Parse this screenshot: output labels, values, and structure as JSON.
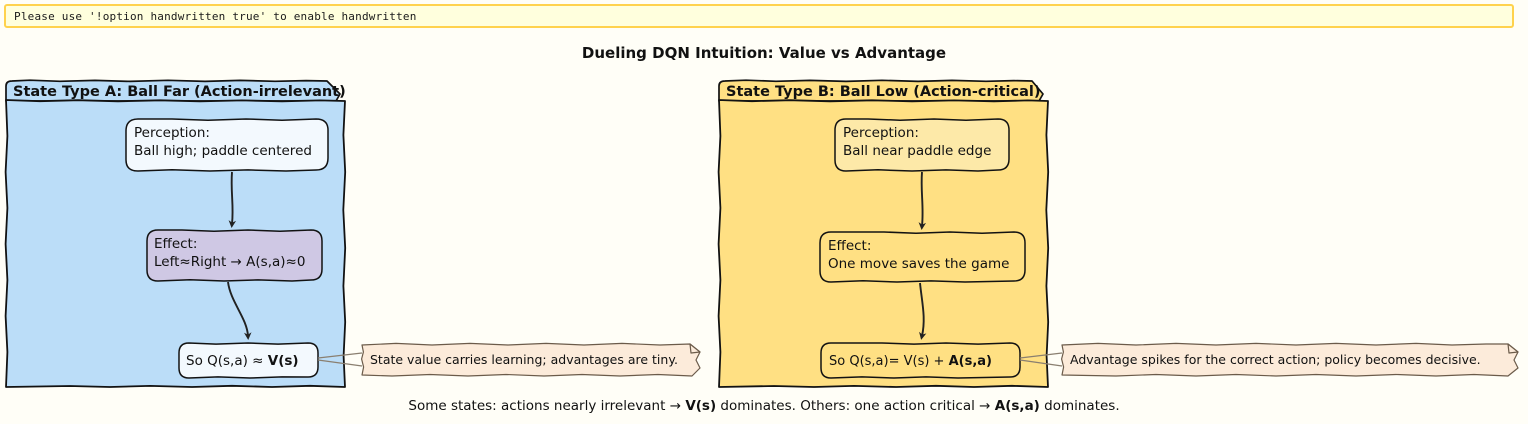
{
  "banner": {
    "message": "Please use '!option handwritten true' to enable handwritten",
    "bg_color": "#FFFFDD",
    "border_color": "#FFD24D"
  },
  "title": "Dueling DQN Intuition: Value vs Advantage",
  "panels": [
    {
      "id": "panel-a",
      "title": "State Type A: Ball Far (Action-irrelevant)",
      "fill_color": "#BBDDF8",
      "nodes": [
        {
          "id": "perception-a",
          "line1": "Perception:",
          "line2": "Ball high; paddle centered",
          "fill_color": "#F3F9FE"
        },
        {
          "id": "effect-a",
          "line1": "Effect:",
          "line2": "Left≈Right → A(s,a)≈0",
          "fill_color": "#CFC8E4"
        },
        {
          "id": "conclusion-a",
          "plain": "So Q(s,a) ≈ ",
          "bold": "V(s)",
          "fill_color": "#F3F9FE"
        }
      ],
      "note": {
        "id": "note-a",
        "text": "State value carries learning; advantages are tiny.",
        "fill_color": "#FCEBDA"
      }
    },
    {
      "id": "panel-b",
      "title": "State Type B: Ball Low (Action-critical)",
      "fill_color": "#FFE083",
      "nodes": [
        {
          "id": "perception-b",
          "line1": "Perception:",
          "line2": "Ball near paddle edge",
          "fill_color": "#FDE9A8"
        },
        {
          "id": "effect-b",
          "line1": "Effect:",
          "line2": "One move saves the game",
          "fill_color": "#FFE083"
        },
        {
          "id": "conclusion-b",
          "plain": "So Q(s,a)= V(s) + ",
          "bold": "A(s,a)",
          "fill_color": "#FFE083"
        }
      ],
      "note": {
        "id": "note-b",
        "text": "Advantage spikes for the correct action; policy becomes decisive.",
        "fill_color": "#FCEBDA"
      }
    }
  ],
  "footer": {
    "part1": "Some states: actions nearly irrelevant → ",
    "bold1": "V(s)",
    "part2": " dominates. Others: one action critical → ",
    "bold2": "A(s,a)",
    "part3": " dominates."
  }
}
